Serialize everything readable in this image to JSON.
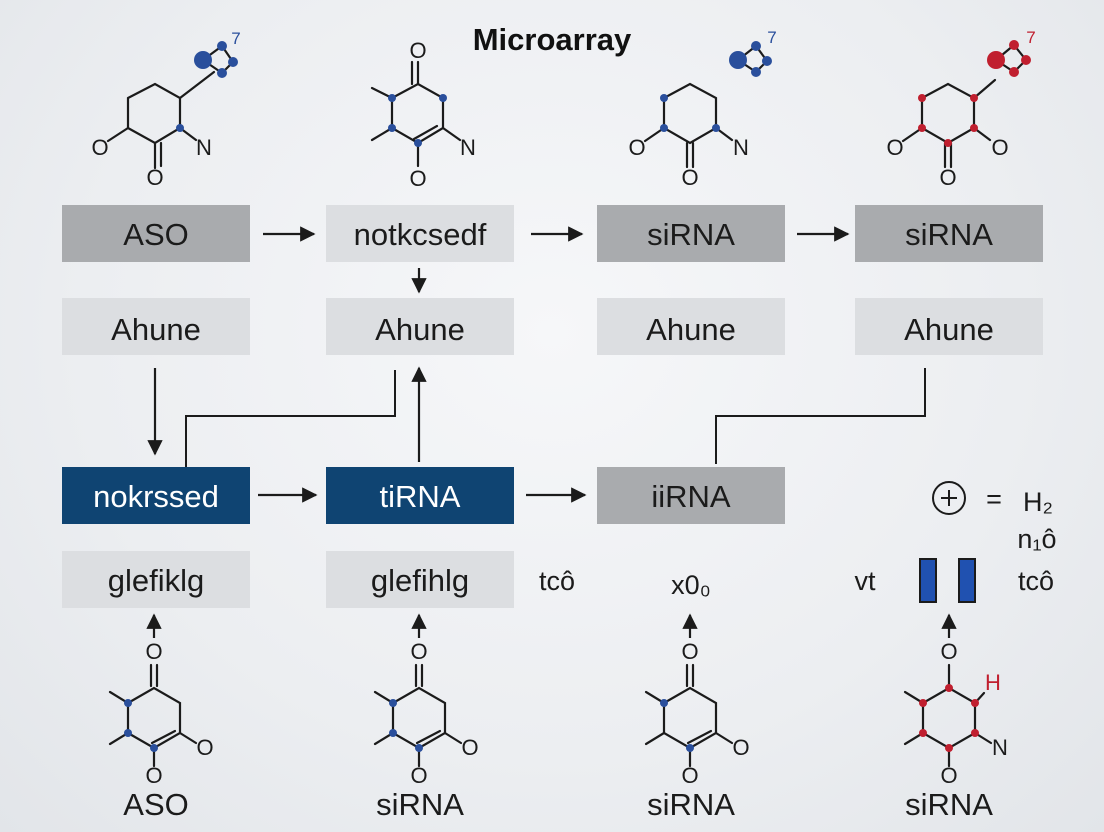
{
  "title": "Microarray",
  "colors": {
    "navy": "#0f4472",
    "blue_atom": "#2a4f9c",
    "red_atom": "#c01f2f",
    "box_dark": "#a9abae",
    "box_light": "#dcdee1"
  },
  "row1": [
    "ASO",
    "notkcsedf",
    "siRNA",
    "siRNA"
  ],
  "row2": [
    "Ahune",
    "Ahune",
    "Ahune",
    "Ahune"
  ],
  "row3": [
    "nokrssed",
    "tiRNA",
    "iiRNA"
  ],
  "row4": [
    "glefiklg",
    "glefihlg"
  ],
  "bottom_labels": [
    "ASO",
    "siRNA",
    "siRNA",
    "siRNA"
  ],
  "side": {
    "tco_1": "tcô",
    "x00": "x0₀",
    "vt": "vt",
    "tco_2": "tcô",
    "equals": "=",
    "h2": "H₂",
    "n1o": "n₁ô"
  },
  "atoms": {
    "o": "O",
    "n": "N",
    "h": "H",
    "tag": "7"
  }
}
